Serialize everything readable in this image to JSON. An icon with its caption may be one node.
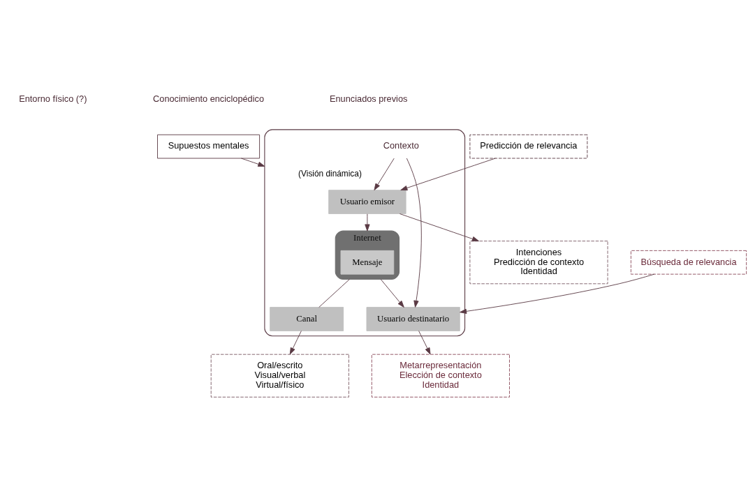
{
  "diagram": {
    "nodes": [
      {
        "text": [
          "Supuestos mentales"
        ]
      },
      {
        "text": [
          "Contexto"
        ]
      },
      {
        "text": [
          "Predicción de relevancia"
        ]
      },
      {
        "text": [
          "Usuario emisor"
        ],
        "in": 1
      },
      {
        "text": [
          "Internet"
        ],
        "in": 1
      },
      {
        "text": [
          "Mensaje"
        ],
        "in": 4
      },
      {
        "text": [
          "Usuario destinatario"
        ],
        "in": 1
      },
      {
        "text": [
          "Búsqueda de relevancia"
        ]
      },
      {
        "text": [
          "Canal"
        ],
        "in": 1
      },
      {
        "text": [
          "Intenciones",
          "Predicción de contexto",
          "Identidad"
        ]
      },
      {
        "text": [
          "Oral/escrito",
          "Visual/verbal",
          "Virtual/físico"
        ]
      },
      {
        "text": [
          "Metarrepresentación",
          "Elección de contexto",
          "Identidad"
        ]
      }
    ],
    "edges": [
      {
        "from": 0,
        "to": 1,
        "arrow": "to",
        "label": "(Visión dinámica)"
      },
      {
        "from": 1,
        "to": 3,
        "arrow": "to"
      },
      {
        "from": 1,
        "to": 6,
        "arrow": "to"
      },
      {
        "from": 2,
        "to": 3,
        "arrow": "to"
      },
      {
        "from": 3,
        "to": 4,
        "arrow": "to"
      },
      {
        "from": 4,
        "to": 6,
        "arrow": "to"
      },
      {
        "from": 7,
        "to": 6,
        "arrow": "to"
      },
      {
        "from": 4,
        "to": 8,
        "arrow": "none"
      },
      {
        "from": 3,
        "to": 9,
        "arrow": "to"
      },
      {
        "from": 8,
        "to": 10,
        "arrow": "to"
      },
      {
        "from": 6,
        "to": 11,
        "arrow": "to"
      }
    ],
    "labels": [
      "Entorno físico (?)",
      "Conocimiento enciclopédico",
      "Enunciados previos"
    ]
  }
}
